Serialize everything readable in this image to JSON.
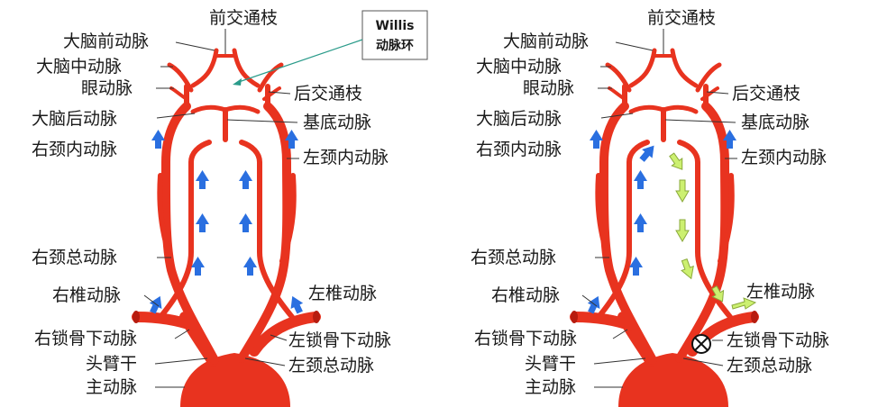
{
  "colors": {
    "artery": "#e8331f",
    "artery_dark": "#b71c0f",
    "arrow_blue": "#2a6fe0",
    "arrow_green_fill": "#ccf070",
    "arrow_green_stroke": "#8aa93a",
    "callout_line": "#2a9b8a"
  },
  "left_diagram": {
    "callout": {
      "line1": "Willis",
      "line2": "动脉环"
    },
    "labels": {
      "anterior_communicating": "前交通枝",
      "anterior_cerebral": "大脑前动脉",
      "middle_cerebral": "大脑中动脉",
      "ophthalmic": "眼动脉",
      "posterior_communicating": "后交通枝",
      "posterior_cerebral": "大脑后动脉",
      "basilar": "基底动脉",
      "right_internal_carotid": "右颈内动脉",
      "left_internal_carotid": "左颈内动脉",
      "right_common_carotid": "右颈总动脉",
      "right_vertebral": "右椎动脉",
      "left_vertebral": "左椎动脉",
      "right_subclavian": "右锁骨下动脉",
      "left_subclavian": "左锁骨下动脉",
      "brachiocephalic": "头臂干",
      "left_common_carotid": "左颈总动脉",
      "aorta": "主动脉"
    }
  },
  "right_diagram": {
    "labels": {
      "anterior_communicating": "前交通枝",
      "anterior_cerebral": "大脑前动脉",
      "middle_cerebral": "大脑中动脉",
      "ophthalmic": "眼动脉",
      "posterior_communicating": "后交通枝",
      "posterior_cerebral": "大脑后动脉",
      "basilar": "基底动脉",
      "right_internal_carotid": "右颈内动脉",
      "left_internal_carotid": "左颈内动脉",
      "right_common_carotid": "右颈总动脉",
      "right_vertebral": "右椎动脉",
      "left_vertebral": "左椎动脉",
      "right_subclavian": "右锁骨下动脉",
      "left_subclavian": "左锁骨下动脉",
      "brachiocephalic": "头臂干",
      "left_common_carotid": "左颈总动脉",
      "aorta": "主动脉"
    },
    "occlusion_icon": "circle-x-icon"
  },
  "arrow_legend": {
    "blue_meaning": "",
    "green_meaning": ""
  }
}
